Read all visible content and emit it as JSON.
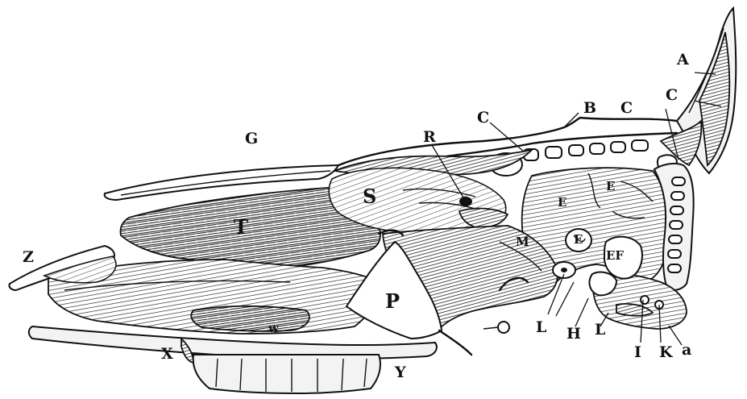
{
  "figure": {
    "description_labels": {
      "A": "A",
      "B": "B",
      "C1": "C",
      "C2": "C",
      "C3": "C",
      "G": "G",
      "R": "R",
      "S": "S",
      "T": "T",
      "Z": "Z",
      "M": "M",
      "P": "P",
      "W": "w",
      "X": "X",
      "Y": "Y",
      "L1": "L",
      "L2": "L",
      "H": "H",
      "I": "I",
      "K": "K",
      "a": "a",
      "E1": "E",
      "E2": "E",
      "EF": "EF",
      "E3": "E"
    }
  },
  "colors": {
    "ink": "#111111",
    "paper": "#ffffff"
  }
}
